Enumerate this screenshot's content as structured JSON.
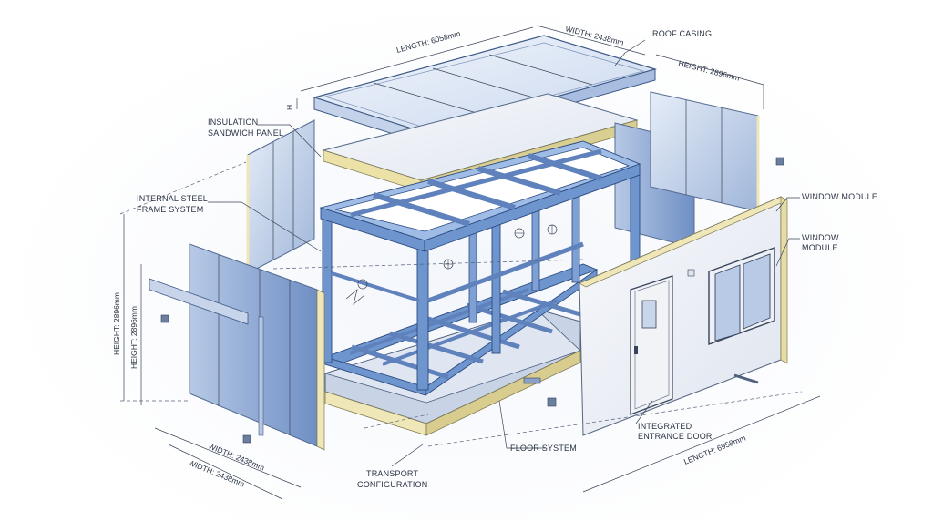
{
  "labels": {
    "roof_casing": "ROOF CASING",
    "insulation_line1": "INSULATION",
    "insulation_line2": "SANDWICH PANEL",
    "steel_line1": "INTERNAL STEEL",
    "steel_line2": "FRAME SYSTEM",
    "window_module_1": "WINDOW MODULE",
    "window_module_2_line1": "WINDOW",
    "window_module_2_line2": "MODULE",
    "door_line1": "INTEGRATED",
    "door_line2": "ENTRANCE DOOR",
    "floor_system": "FLOOR SYSTEM",
    "transport_line1": "TRANSPORT",
    "transport_line2": "CONFIGURATION"
  },
  "dimensions": {
    "length_top": "LENGTH: 6058mm",
    "width_top": "WIDTH: 2438mm",
    "height_right": "HEIGHT: 2896mm",
    "height_left_1": "HEIGHT: 2896mm",
    "height_left_2": "HEIGHT: 2896mm",
    "width_bottom_1": "WIDTH: 2438mm",
    "width_bottom_2": "WIDTH: 2438mm",
    "length_bottom": "LENGTH: 6958mm",
    "roof_thickness": "H"
  },
  "colors": {
    "steel": "#6f95cf",
    "panel_face": "#d7e2f2",
    "panel_edge": "#efe7b8",
    "linework": "#2a3344"
  }
}
